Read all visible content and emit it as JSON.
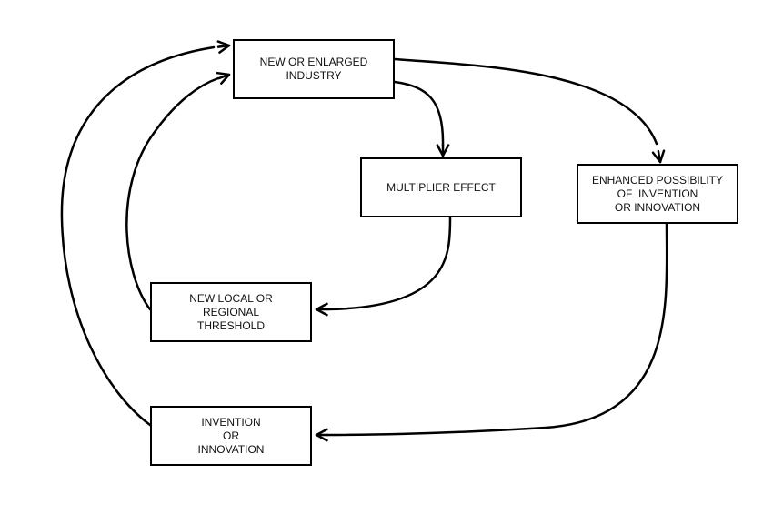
{
  "diagram": {
    "colors": {
      "stroke": "#000000",
      "text": "#111111",
      "background": "#ffffff"
    },
    "nodes": {
      "new_or_enlarged_industry": {
        "lines": [
          "NEW OR ENLARGED",
          "INDUSTRY"
        ]
      },
      "multiplier_effect": {
        "lines": [
          "MULTIPLIER EFFECT"
        ]
      },
      "enhanced_possibility": {
        "lines": [
          "ENHANCED POSSIBILITY",
          "OF  INVENTION",
          "OR INNOVATION"
        ]
      },
      "new_local_or_regional_threshold": {
        "lines": [
          "NEW LOCAL OR",
          "REGIONAL",
          "THRESHOLD"
        ]
      },
      "invention_or_innovation": {
        "lines": [
          "INVENTION",
          "OR",
          "INNOVATION"
        ]
      }
    },
    "edges": [
      {
        "from": "new_or_enlarged_industry",
        "to": "multiplier_effect"
      },
      {
        "from": "new_or_enlarged_industry",
        "to": "enhanced_possibility"
      },
      {
        "from": "multiplier_effect",
        "to": "new_local_or_regional_threshold"
      },
      {
        "from": "enhanced_possibility",
        "to": "invention_or_innovation"
      },
      {
        "from": "new_local_or_regional_threshold",
        "to": "new_or_enlarged_industry"
      },
      {
        "from": "invention_or_innovation",
        "to": "new_or_enlarged_industry"
      }
    ]
  }
}
